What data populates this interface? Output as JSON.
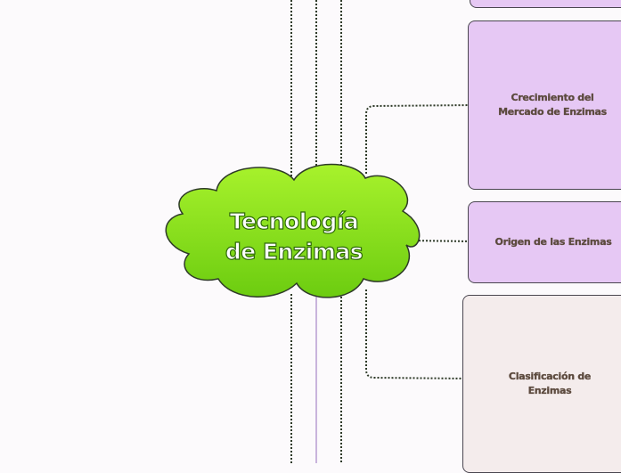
{
  "central_topic": {
    "line1": "Tecnología",
    "line2": "de Enzimas"
  },
  "topics": {
    "growth": {
      "line1": "Crecimiento del",
      "line2": "Mercado de Enzimas"
    },
    "origin": {
      "label": "Origen de las Enzimas"
    },
    "classification": {
      "line1": "Clasificación de",
      "line2": "Enzimas"
    }
  },
  "colors": {
    "cloud_fill_top": "#a8f22c",
    "cloud_fill_bottom": "#6ccc10",
    "cloud_stroke": "#2e3a28",
    "purple_node": "#e6c8f4",
    "beige_node": "#f4ecec",
    "connector": "#2e3a28",
    "lavender_line": "#c9b4dc"
  }
}
